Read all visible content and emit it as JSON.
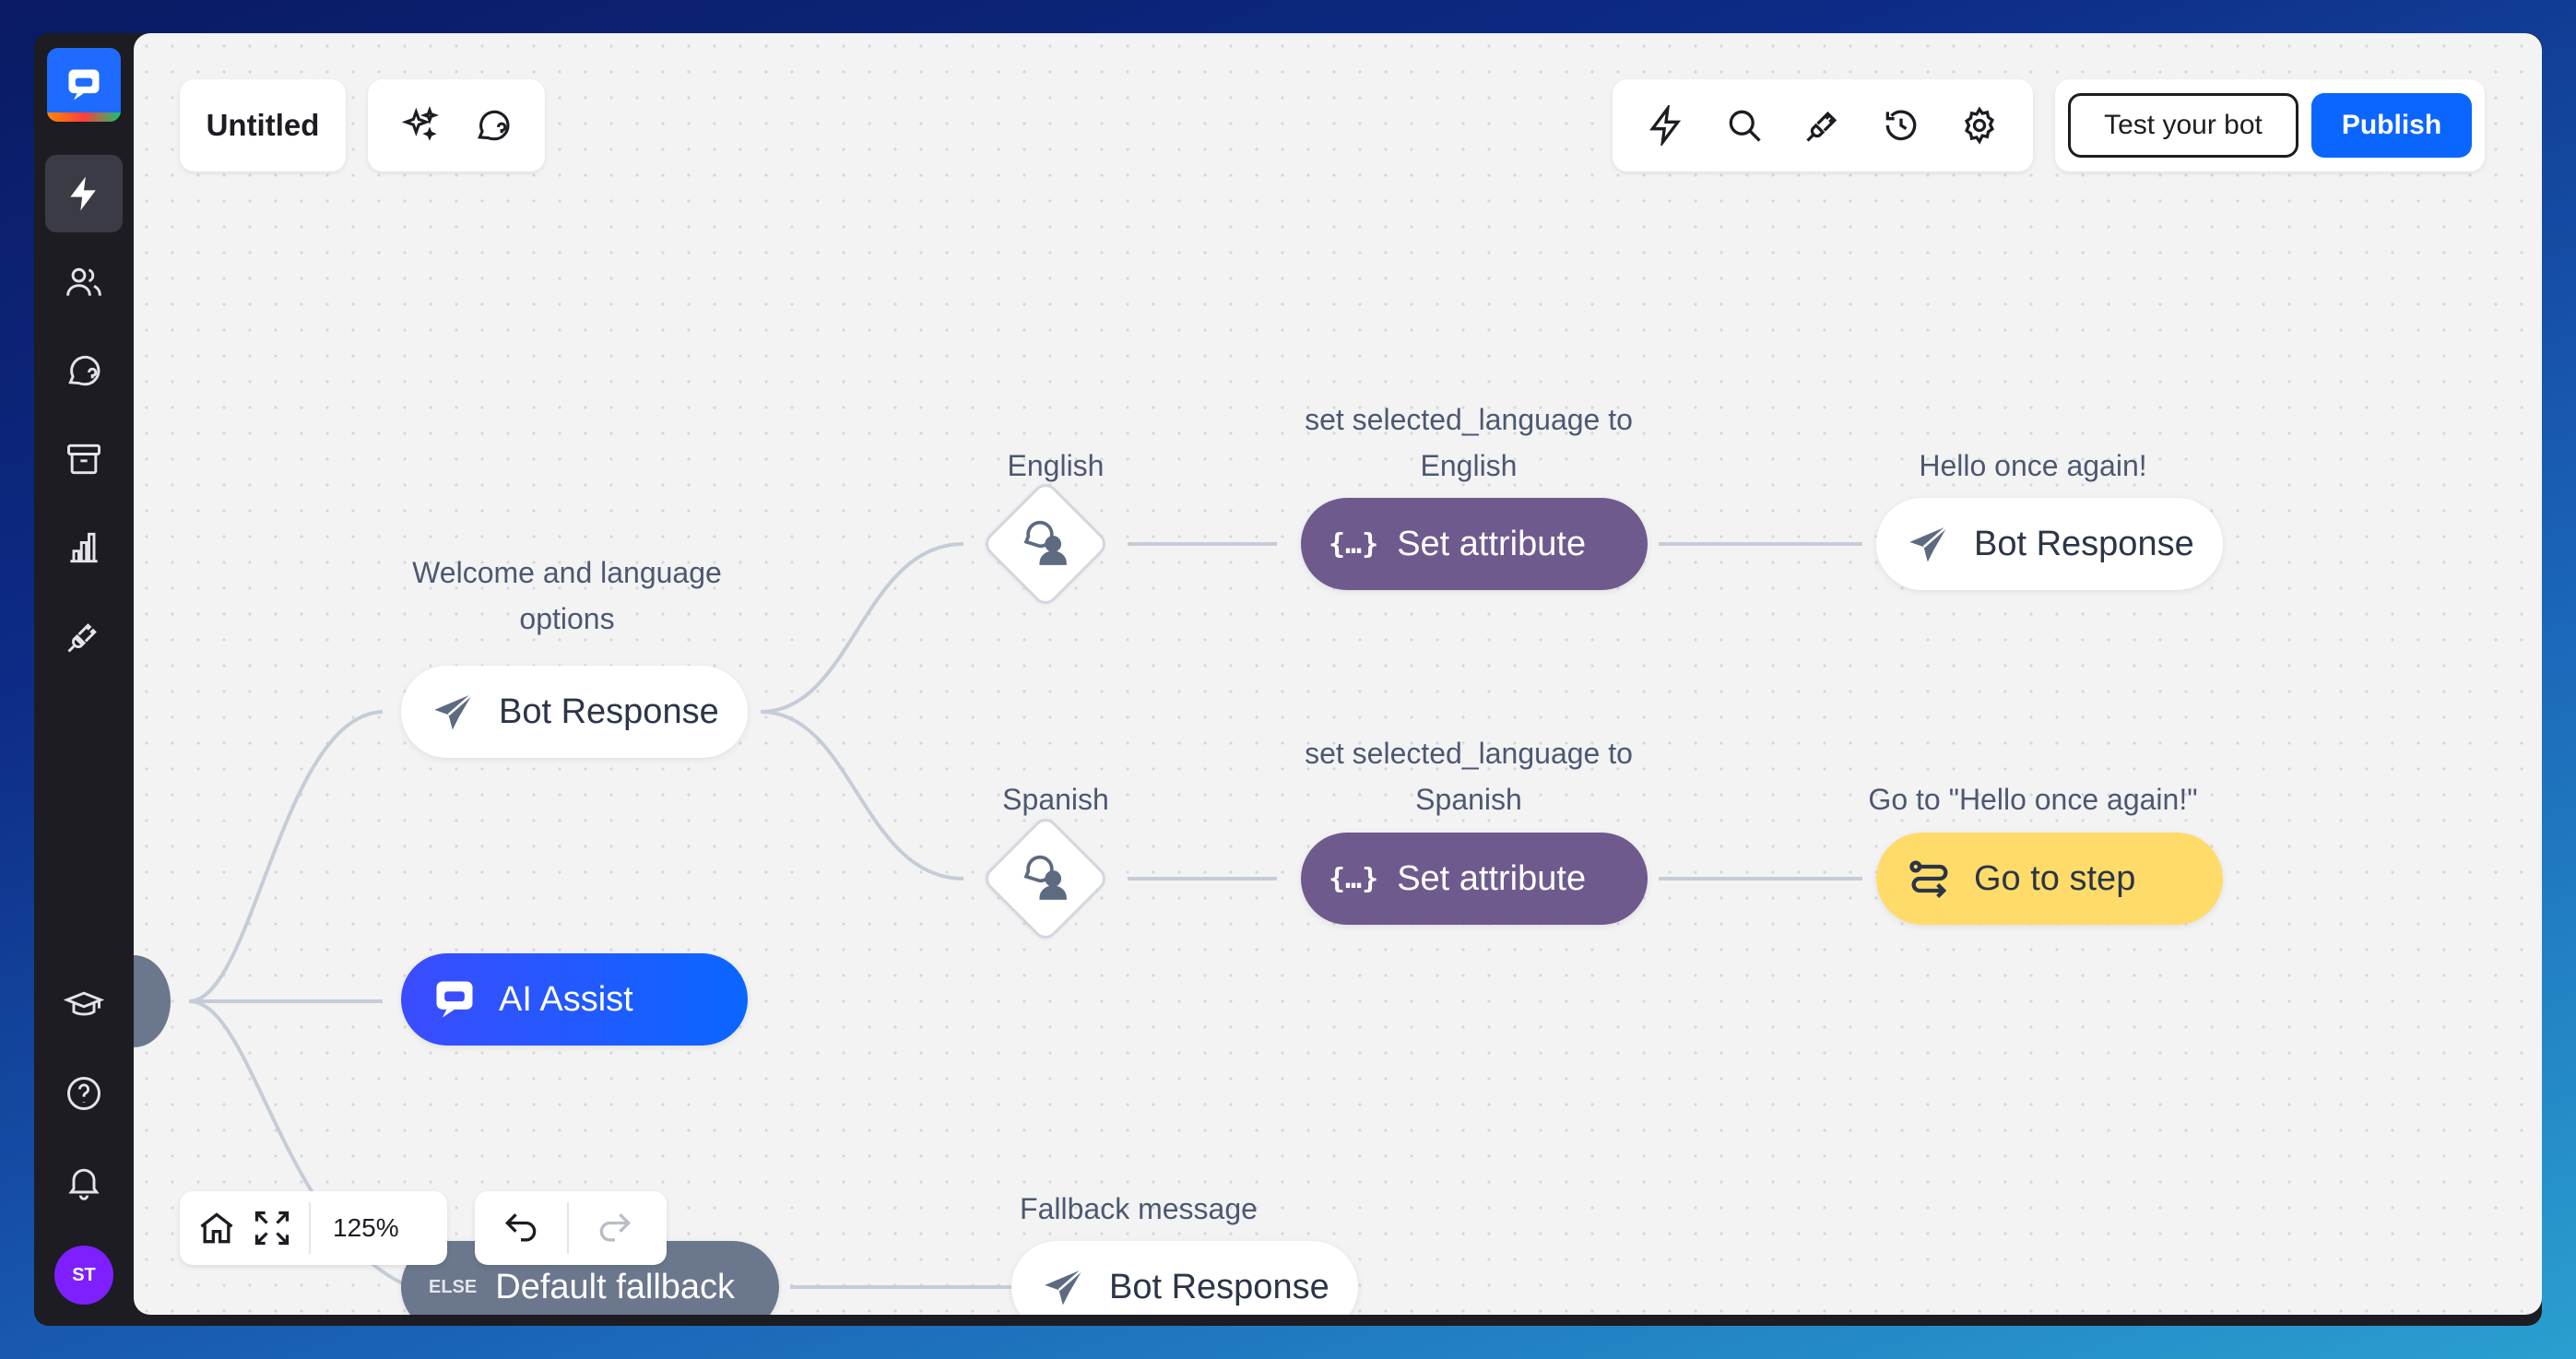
{
  "app": {
    "title": "Untitled"
  },
  "toolbar": {
    "test_label": "Test your bot",
    "publish_label": "Publish"
  },
  "user": {
    "initials": "ST"
  },
  "zoom": {
    "value": "125%"
  },
  "colors": {
    "accent": "#0a66ff",
    "set_attribute": "#6e5a8d",
    "go_to_step": "#ffdc6a",
    "ai_assist": "#0a66ff",
    "fallback": "#6b778c"
  },
  "flow": {
    "welcome": {
      "label": "Welcome and language options",
      "node": "Bot Response"
    },
    "ai_assist": {
      "node": "AI Assist"
    },
    "fallback": {
      "tag": "ELSE",
      "node": "Default fallback"
    },
    "english": {
      "label": "English"
    },
    "spanish": {
      "label": "Spanish"
    },
    "set_english": {
      "label": "set selected_language to English",
      "node": "Set attribute"
    },
    "set_spanish": {
      "label": "set selected_language to Spanish",
      "node": "Set attribute"
    },
    "hello": {
      "label": "Hello once again!",
      "node": "Bot Response"
    },
    "goto": {
      "label": "Go to \"Hello once again!\"",
      "node": "Go to step"
    },
    "fallback_message": {
      "label": "Fallback message",
      "node": "Bot Response"
    }
  },
  "icons": {
    "sidebar": [
      "lightning-icon",
      "users-icon",
      "chat-question-icon",
      "archive-icon",
      "bar-chart-icon",
      "plug-icon",
      "graduation-cap-icon",
      "help-icon",
      "bell-icon"
    ]
  }
}
